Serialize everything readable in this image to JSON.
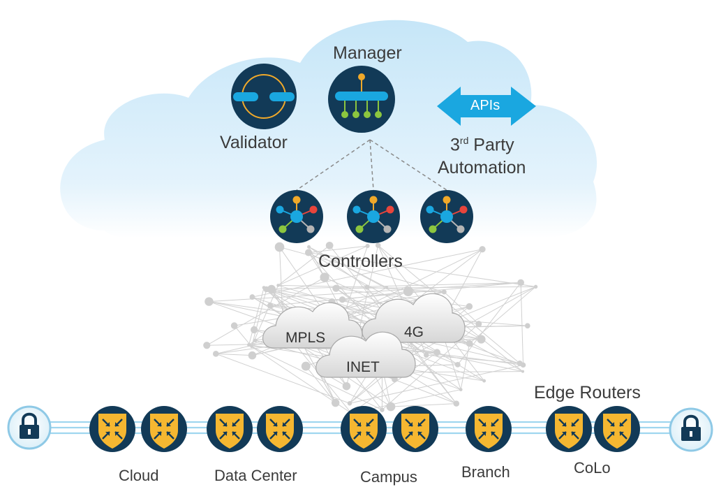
{
  "cloud": {
    "manager_label": "Manager",
    "validator_label": "Validator",
    "apis_label": "APIs",
    "third_party_sup_prefix": "3",
    "third_party_sup": "rd",
    "third_party_line1_rest": " Party",
    "third_party_line2": "Automation"
  },
  "controllers_label": "Controllers",
  "transports": [
    {
      "label": "MPLS"
    },
    {
      "label": "4G"
    },
    {
      "label": "INET"
    }
  ],
  "edge_routers_label": "Edge Routers",
  "sites": [
    {
      "label": "Cloud"
    },
    {
      "label": "Data Center"
    },
    {
      "label": "Campus"
    },
    {
      "label": "Branch"
    },
    {
      "label": "CoLo"
    }
  ],
  "colors": {
    "navy": "#123a57",
    "cloud_blue": "#cfeaf9",
    "accent_blue": "#1aa7e0",
    "orange": "#f0a92a",
    "green": "#8cc63f",
    "red": "#e8453c",
    "gray": "#b5b5b5",
    "shield": "#f5b731"
  }
}
